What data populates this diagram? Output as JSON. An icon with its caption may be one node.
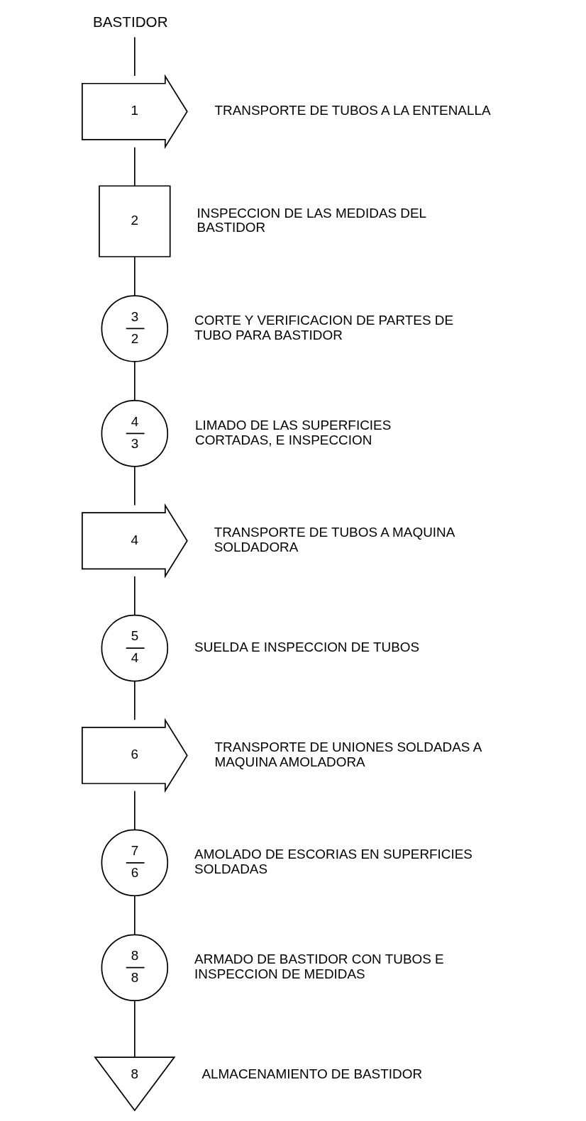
{
  "diagram": {
    "title": "BASTIDOR",
    "nodes": [
      {
        "text": [
          "1"
        ],
        "beside": [
          "TRANSPORTE DE TUBOS A LA ENTENALLA"
        ]
      },
      {
        "text": [
          "2"
        ],
        "beside": [
          "INSPECCION DE LAS MEDIDAS DEL BASTIDOR"
        ]
      },
      {
        "text": [
          "3",
          "2"
        ],
        "beside": [
          "CORTE Y VERIFICACION DE PARTES DE TUBO PARA BASTIDOR"
        ]
      },
      {
        "text": [
          "4",
          "3"
        ],
        "beside": [
          "LIMADO DE LAS SUPERFICIES CORTADAS, E INSPECCION"
        ]
      },
      {
        "text": [
          "4"
        ],
        "beside": [
          "TRANSPORTE DE TUBOS A MAQUINA SOLDADORA"
        ]
      },
      {
        "text": [
          "5",
          "4"
        ],
        "beside": [
          "SUELDA E INSPECCION DE TUBOS"
        ]
      },
      {
        "text": [
          "6"
        ],
        "beside": [
          "TRANSPORTE DE UNIONES SOLDADAS A MAQUINA AMOLADORA"
        ]
      },
      {
        "text": [
          "7",
          "6"
        ],
        "beside": [
          "AMOLADO DE ESCORIAS EN SUPERFICIES SOLDADAS"
        ]
      },
      {
        "text": [
          "8",
          "8"
        ],
        "beside": [
          "ARMADO DE BASTIDOR CON TUBOS E INSPECCION DE MEDIDAS"
        ]
      },
      {
        "text": [
          "8"
        ],
        "beside": [
          "ALMACENAMIENTO DE BASTIDOR"
        ]
      }
    ],
    "edges": [
      {
        "from": null,
        "to": 0,
        "arrow": "none"
      },
      {
        "from": 0,
        "to": 1,
        "arrow": "none"
      },
      {
        "from": 1,
        "to": 2,
        "arrow": "none"
      },
      {
        "from": 2,
        "to": 3,
        "arrow": "none"
      },
      {
        "from": 3,
        "to": 4,
        "arrow": "none"
      },
      {
        "from": 4,
        "to": 5,
        "arrow": "none"
      },
      {
        "from": 5,
        "to": 6,
        "arrow": "none"
      },
      {
        "from": 6,
        "to": 7,
        "arrow": "none"
      },
      {
        "from": 7,
        "to": 8,
        "arrow": "none"
      },
      {
        "from": 8,
        "to": 9,
        "arrow": "none"
      }
    ]
  }
}
